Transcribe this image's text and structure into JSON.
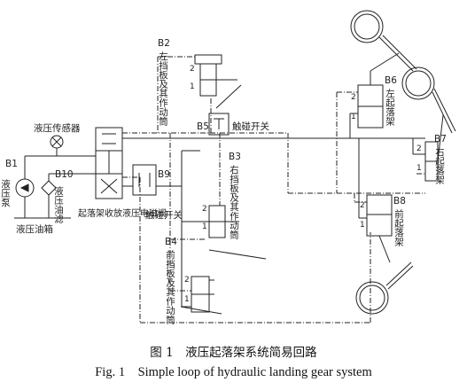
{
  "labels": {
    "pump_name": "液压泵",
    "pump_id": "B1",
    "tank": "液压油箱",
    "sensor": "液压传感器",
    "filter_id": "B10",
    "filter_name": "液压油滤",
    "valve": "起落架收放液压电磁阀",
    "b9": "B9",
    "b2_id": "B2",
    "b2_name": "左挡板及其作动筒",
    "b5": "B5",
    "switch1": "触碰开关",
    "switch2": "触碰开关",
    "b3_id": "B3",
    "b3_name": "右挡板及其作动筒",
    "b4_id": "B4",
    "b4_name": "前挡板及其作动筒",
    "b6_id": "B6",
    "b6_name": "左起落架",
    "b7_id": "B7",
    "b7_name": "右起落架",
    "b8_id": "B8",
    "b8_name": "前起落架",
    "port1": "1",
    "port2": "2"
  },
  "caption": {
    "zh": "图 1　液压起落架系统简易回路",
    "en": "Fig. 1　Simple loop of hydraulic landing gear system"
  }
}
